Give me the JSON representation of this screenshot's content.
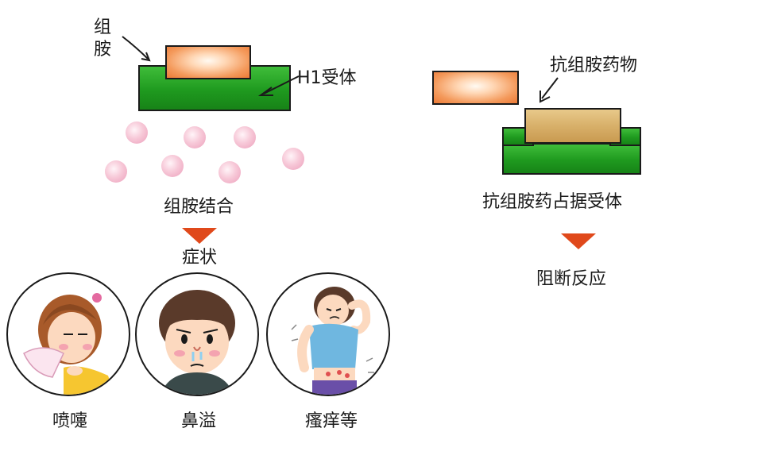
{
  "left_panel": {
    "histamine_label": "组\n胺",
    "histamine_label_line1": "组",
    "histamine_label_line2": "胺",
    "receptor_label": "H1受体",
    "binding_label": "组胺结合",
    "symptoms_label": "症状",
    "symptoms": [
      {
        "label": "喷嚏"
      },
      {
        "label": "鼻溢"
      },
      {
        "label": "瘙痒等"
      }
    ]
  },
  "right_panel": {
    "drug_label": "抗组胺药物",
    "occupy_label": "抗组胺药占据受体",
    "block_label": "阻断反应"
  },
  "colors": {
    "receptor_green": "#1f9a1f",
    "histamine_orange": "#ec7a36",
    "drug_tan": "#d8b06a",
    "bead_pink": "#ec9fbb",
    "arrow_red": "#e0491b"
  }
}
